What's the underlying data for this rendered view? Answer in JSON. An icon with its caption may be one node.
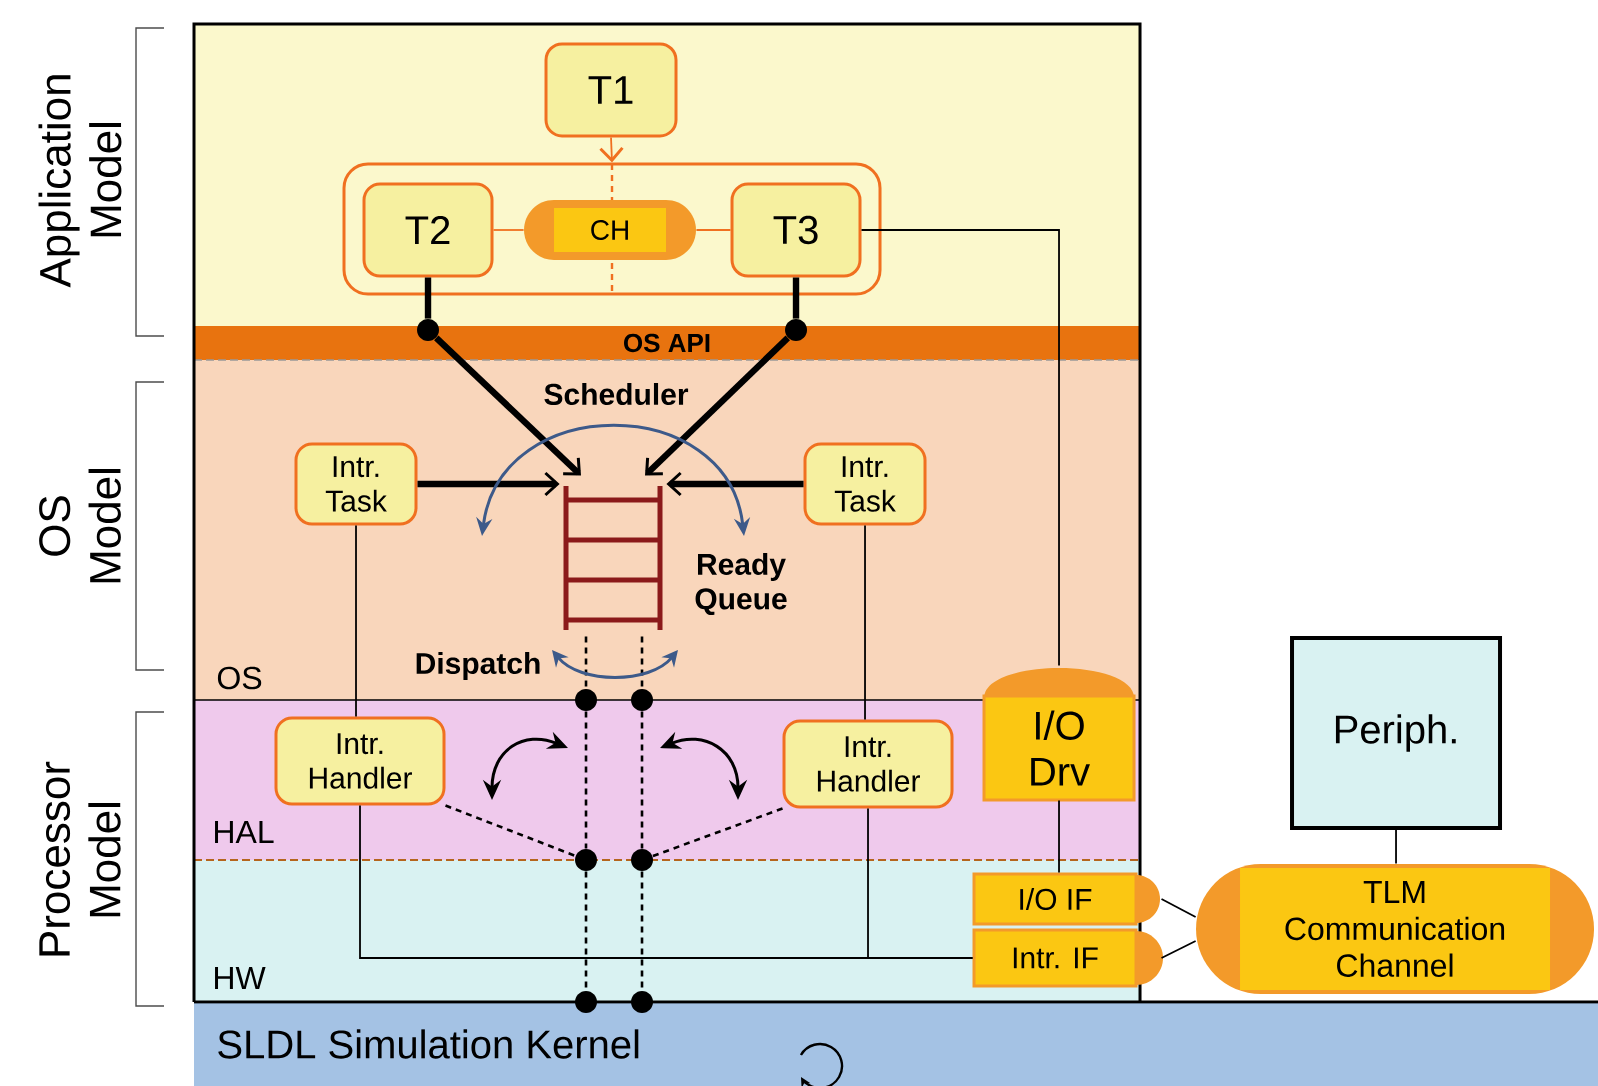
{
  "diagram": {
    "nodes": [
      {
        "text": [
          "T1"
        ]
      },
      {
        "text": [],
        "shape": "box"
      },
      {
        "text": [
          "T2"
        ],
        "in": 1
      },
      {
        "text": [
          "CH"
        ],
        "in": 1
      },
      {
        "text": [
          "T3"
        ],
        "in": 1
      },
      {
        "text": [],
        "shape": "circle"
      },
      {
        "text": [],
        "shape": "circle"
      },
      {
        "text": [
          "Intr. Task"
        ]
      },
      {
        "text": [
          "Intr. Task"
        ]
      },
      {
        "text": [],
        "shape": "ladder",
        "beside": [
          "Ready Queue"
        ]
      },
      {
        "text": [],
        "shape": "circle"
      },
      {
        "text": [],
        "shape": "circle"
      },
      {
        "text": [
          "Intr. Handler"
        ]
      },
      {
        "text": [
          "Intr. Handler"
        ]
      },
      {
        "text": [
          "I/O Drv"
        ]
      },
      {
        "text": [],
        "shape": "circle"
      },
      {
        "text": [],
        "shape": "circle"
      },
      {
        "text": [
          "I/O IF"
        ]
      },
      {
        "text": [
          "Intr. IF"
        ]
      },
      {
        "text": [
          "Periph."
        ]
      },
      {
        "text": [
          "TLM Communication Channel"
        ]
      },
      {
        "text": [
          "SLDL Simulation Kernel"
        ]
      },
      {
        "text": [],
        "shape": "circle"
      },
      {
        "text": [],
        "shape": "circle"
      }
    ],
    "edges": [
      {
        "from": 0,
        "to": 1,
        "arrow": "to",
        "color": "#f07020"
      },
      {
        "from": 2,
        "to": 3,
        "arrow": "none",
        "color": "#f07020"
      },
      {
        "from": 3,
        "to": 4,
        "arrow": "none",
        "color": "#f07020"
      },
      {
        "from": 2,
        "to": 5,
        "arrow": "none",
        "style": "thick"
      },
      {
        "from": 5,
        "to": 9,
        "arrow": "to",
        "style": "thick"
      },
      {
        "from": 4,
        "to": 6,
        "arrow": "none",
        "style": "thick"
      },
      {
        "from": 6,
        "to": 9,
        "arrow": "to",
        "style": "thick"
      },
      {
        "from": 7,
        "to": 9,
        "arrow": "to",
        "style": "thick"
      },
      {
        "from": 8,
        "to": 9,
        "arrow": "to",
        "style": "thick"
      },
      {
        "from": 9,
        "to": 10,
        "arrow": "none",
        "style": "dashed"
      },
      {
        "from": 9,
        "to": 11,
        "arrow": "none",
        "style": "dashed"
      },
      {
        "from": 10,
        "to": 15,
        "arrow": "none",
        "style": "dashed"
      },
      {
        "from": 11,
        "to": 16,
        "arrow": "none",
        "style": "dashed"
      },
      {
        "from": 12,
        "to": 15,
        "arrow": "none",
        "style": "dashed"
      },
      {
        "from": 13,
        "to": 16,
        "arrow": "none",
        "style": "dashed"
      },
      {
        "from": 15,
        "to": 22,
        "arrow": "none",
        "style": "dashed"
      },
      {
        "from": 16,
        "to": 23,
        "arrow": "none",
        "style": "dashed"
      },
      {
        "from": 7,
        "to": 12,
        "arrow": "none"
      },
      {
        "from": 12,
        "to": 18,
        "arrow": "none"
      },
      {
        "from": 8,
        "to": 13,
        "arrow": "none"
      },
      {
        "from": 13,
        "to": 18,
        "arrow": "none"
      },
      {
        "from": 4,
        "to": 14,
        "arrow": "none"
      },
      {
        "from": 14,
        "to": 17,
        "arrow": "none"
      },
      {
        "from": 17,
        "to": 20,
        "arrow": "none"
      },
      {
        "from": 18,
        "to": 20,
        "arrow": "none"
      },
      {
        "from": 19,
        "to": 20,
        "arrow": "none"
      }
    ],
    "labels": [
      "Application Model",
      "OS API",
      "Scheduler",
      "OS Model",
      "Dispatch",
      "OS",
      "Processor Model",
      "HAL",
      "HW"
    ]
  }
}
